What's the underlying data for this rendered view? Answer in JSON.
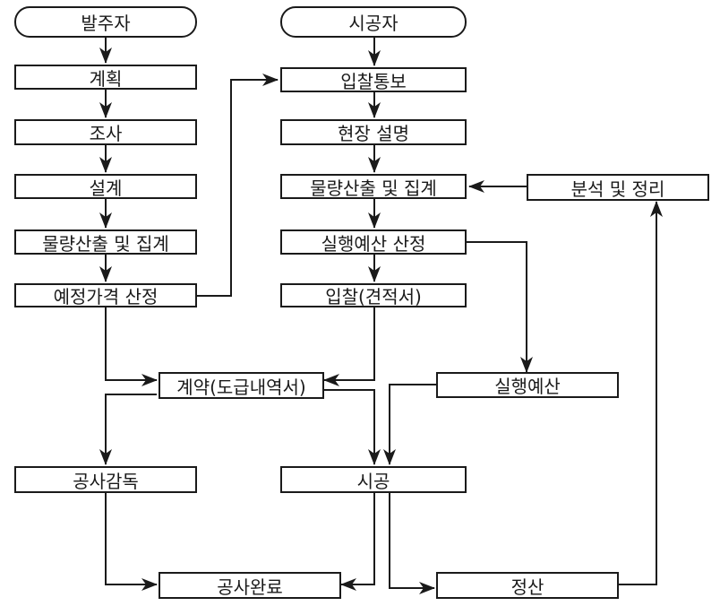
{
  "nodes": {
    "client": "발주자",
    "plan": "계획",
    "survey": "조사",
    "design": "설계",
    "client_quantity": "물량산출 및 집계",
    "estimated_price": "예정가격 산정",
    "contractor": "시공자",
    "bid_notice": "입찰통보",
    "site_briefing": "현장 설명",
    "contractor_quantity": "물량산출 및 집계",
    "execution_budget_calc": "실행예산 산정",
    "bid": "입찰(견적서)",
    "contract": "계약(도급내역서)",
    "execution_budget": "실행예산",
    "analysis": "분석 및 정리",
    "supervision": "공사감독",
    "construction": "시공",
    "completion": "공사완료",
    "settlement": "정산"
  },
  "colors": {
    "line": "#1a1a1a",
    "box_fill": "#ffffff"
  }
}
